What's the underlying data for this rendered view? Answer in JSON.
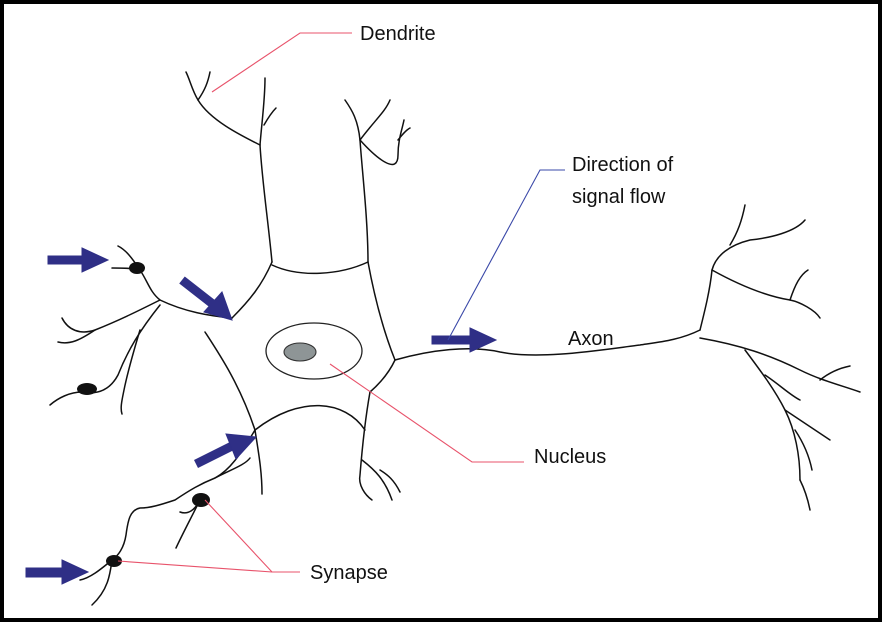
{
  "labels": {
    "dendrite": "Dendrite",
    "direction_line1": "Direction of",
    "direction_line2": "signal flow",
    "axon": "Axon",
    "nucleus": "Nucleus",
    "synapse": "Synapse"
  },
  "colors": {
    "arrow": "#2f2f86",
    "leader_red": "#e8536b",
    "leader_blue": "#3a48a8",
    "nucleolus": "#8e9596"
  }
}
